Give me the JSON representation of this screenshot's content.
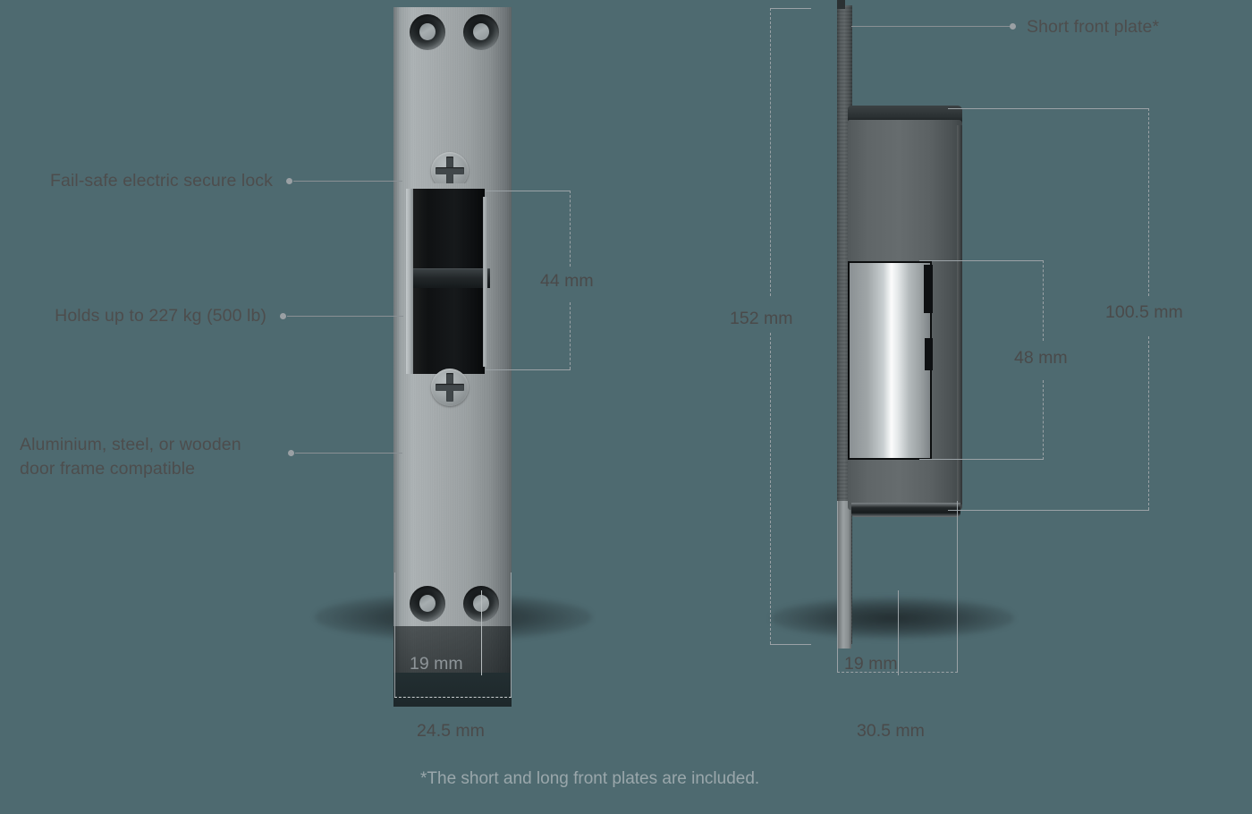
{
  "background_color": "#4e6a70",
  "views": {
    "front": {
      "name": "front-view"
    },
    "side": {
      "name": "side-view"
    }
  },
  "callouts": [
    {
      "id": "fail-safe",
      "text": "Fail-safe electric secure lock",
      "align": "right"
    },
    {
      "id": "holds",
      "text": "Holds up to 227 kg (500 lb)",
      "align": "right"
    },
    {
      "id": "frame-compat-line1",
      "text": "Aluminium, steel, or wooden",
      "align": "left"
    },
    {
      "id": "frame-compat-line2",
      "text": "door frame compatible",
      "align": "left"
    },
    {
      "id": "short-front-plate",
      "text": "Short front plate*",
      "align": "left"
    }
  ],
  "dimensions": {
    "front_height_44": "44 mm",
    "front_depth_19": "19 mm",
    "front_width_24_5": "24.5 mm",
    "side_height_152": "152 mm",
    "side_body_100_5": "100.5 mm",
    "side_keeper_48": "48 mm",
    "side_plate_19": "19 mm",
    "side_depth_30_5": "30.5 mm"
  },
  "footnote": "*The short and long front plates are included.",
  "colors": {
    "label_text": "#4d4d4d",
    "dimension_text": "#4a4a4a",
    "footnote_text": "#9aa7ab",
    "leader_line": "#8a9094",
    "dim_line": "#9ba2a6"
  }
}
